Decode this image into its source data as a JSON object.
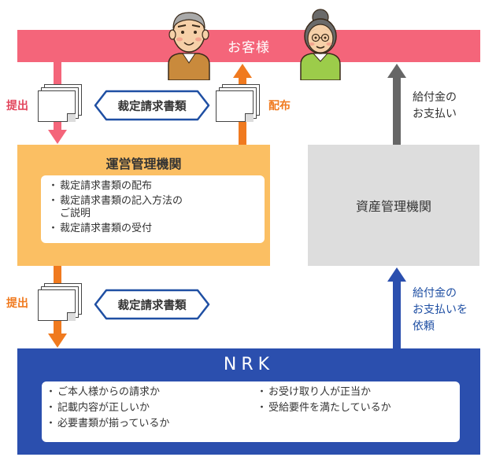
{
  "customer": {
    "label": "お客様"
  },
  "left_flow": {
    "submit_top": "提出",
    "distribute": "配布",
    "doc_label_top": "裁定請求書類",
    "submit_bottom": "提出",
    "doc_label_bottom": "裁定請求書類"
  },
  "operating_org": {
    "title": "運営管理機関",
    "items": [
      "裁定請求書類の配布",
      "裁定請求書類の記入方法の\nご説明",
      "裁定請求書類の受付"
    ]
  },
  "asset_org": {
    "title": "資産管理機関"
  },
  "right_flow": {
    "payment_line1": "給付金の",
    "payment_line2": "お支払い",
    "request_line1": "給付金の",
    "request_line2": "お支払いを",
    "request_line3": "依頼"
  },
  "nrk": {
    "title": "NRK",
    "checks_left": [
      "ご本人様からの請求か",
      "記載内容が正しいか",
      "必要書類が揃っているか"
    ],
    "checks_right": [
      "お受け取り人が正当か",
      "受給要件を満たしているか"
    ]
  },
  "colors": {
    "customer": "#f4657a",
    "operating": "#fbbf63",
    "distribute_arrow": "#f07a1f",
    "asset": "#dddddd",
    "payment_arrow": "#666666",
    "nrk": "#2b4fae",
    "request_arrow": "#2b4fae",
    "hex_border": "#1f4fa3"
  }
}
